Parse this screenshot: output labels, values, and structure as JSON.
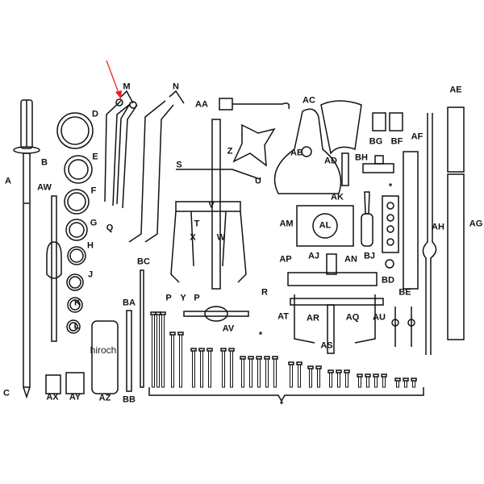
{
  "diagram": {
    "title_watermark": "hiroch",
    "highlight_color": "#e8231f",
    "highlighted_part": "M",
    "labels": [
      "M",
      "N",
      "D",
      "AA",
      "AC",
      "AE",
      "BG",
      "BF",
      "AF",
      "E",
      "Z",
      "AB",
      "AD",
      "BH",
      "B",
      "A",
      "S",
      "U",
      "AW",
      "F",
      "V",
      "AK",
      "AM",
      "AL",
      "AH",
      "AG",
      "G",
      "H",
      "Q",
      "X",
      "W",
      "AJ",
      "BJ",
      "J",
      "BC",
      "T",
      "R",
      "AP",
      "AN",
      "BD",
      "K",
      "BA",
      "P",
      "Y",
      "P",
      "AT",
      "AR",
      "AQ",
      "AU",
      "BE",
      "L",
      "AV",
      "*",
      "AS",
      "C",
      "AX",
      "AY",
      "AZ",
      "BB",
      "*",
      "*"
    ]
  }
}
